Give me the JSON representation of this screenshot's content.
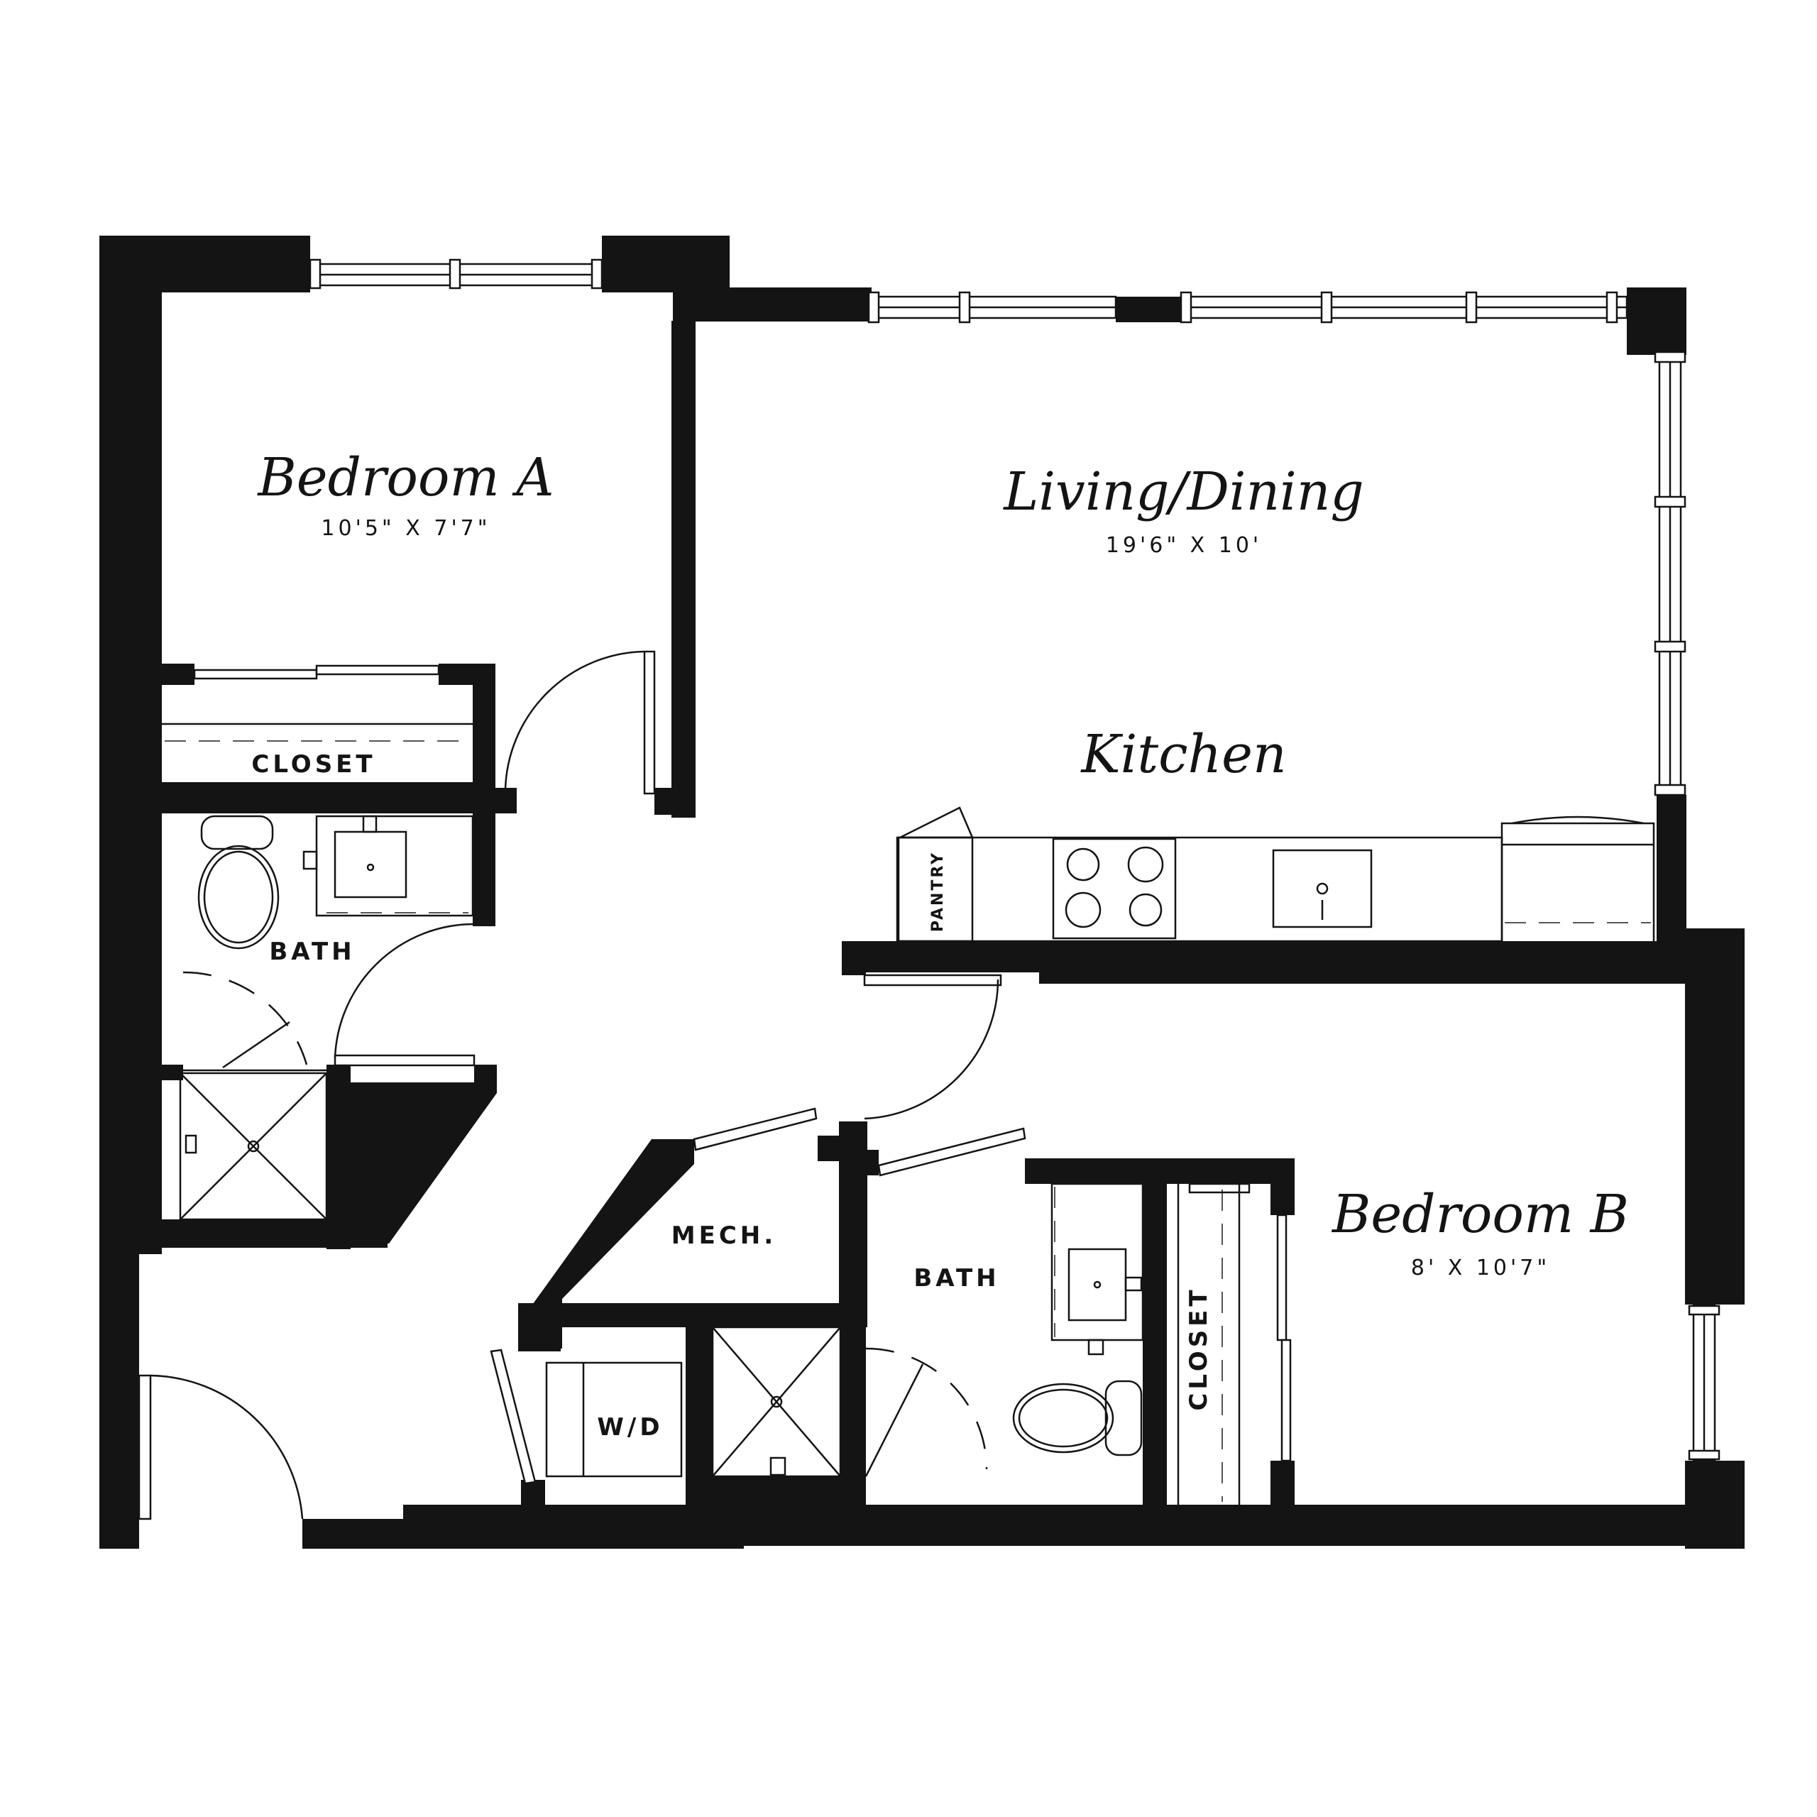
{
  "rooms": {
    "bedroom_a": {
      "name": "Bedroom A",
      "dims": "10'5\" X 7'7\""
    },
    "living_dining": {
      "name": "Living/Dining",
      "dims": "19'6\" X 10'"
    },
    "kitchen": {
      "name": "Kitchen"
    },
    "bedroom_b": {
      "name": "Bedroom B",
      "dims": "8' X 10'7\""
    }
  },
  "labels": {
    "closet_a": "CLOSET",
    "bath_a": "BATH",
    "pantry": "PANTRY",
    "mech": "MECH.",
    "bath_b": "BATH",
    "wd": "W/D",
    "closet_b": "CLOSET"
  },
  "colors": {
    "wall": "#141414",
    "background": "#ffffff"
  }
}
